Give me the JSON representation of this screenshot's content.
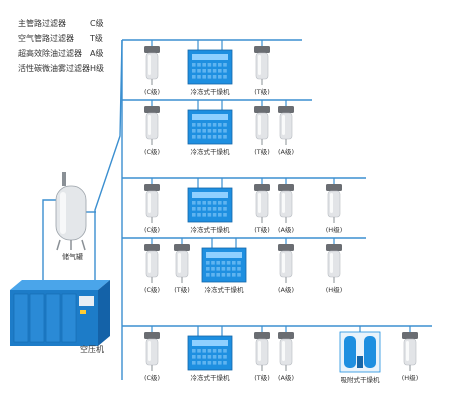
{
  "legend": [
    {
      "name": "主管路过滤器",
      "grade": "C级"
    },
    {
      "name": "空气管路过滤器",
      "grade": "T级"
    },
    {
      "name": "超高效除油过滤器",
      "grade": "A级"
    },
    {
      "name": "活性碳微油雾过滤器",
      "grade": "H级"
    }
  ],
  "tank_label": "储气罐",
  "compressor_label": "空压机",
  "colors": {
    "pipe": "#3b8fd0",
    "filter_body": "#e2e4e7",
    "filter_cap": "#6a6d72",
    "machine_blue": "#1e8fe0",
    "compressor": "#1d7cc8"
  },
  "rows": [
    {
      "filters": [
        {
          "label": "(C级)"
        },
        {
          "label": "冷冻式干燥机",
          "kind": "refrigerated-dryer"
        },
        {
          "label": "(T级)"
        }
      ]
    },
    {
      "filters": [
        {
          "label": "(C级)"
        },
        {
          "label": "冷冻式干燥机",
          "kind": "refrigerated-dryer"
        },
        {
          "label": "(T级)"
        },
        {
          "label": "(A级)"
        }
      ]
    },
    {
      "filters": [
        {
          "label": "(C级)"
        },
        {
          "label": "冷冻式干燥机",
          "kind": "refrigerated-dryer"
        },
        {
          "label": "(T级)"
        },
        {
          "label": "(A级)"
        },
        {
          "label": "(H级)"
        }
      ]
    },
    {
      "filters": [
        {
          "label": "(C级)"
        },
        {
          "label": "(T级)"
        },
        {
          "label": "冷冻式干燥机",
          "kind": "refrigerated-dryer"
        },
        {
          "label": "(A级)"
        },
        {
          "label": "(H级)"
        }
      ]
    },
    {
      "filters": [
        {
          "label": "(C级)"
        },
        {
          "label": "冷冻式干燥机",
          "kind": "refrigerated-dryer"
        },
        {
          "label": "(T级)"
        },
        {
          "label": "(A级)"
        },
        {
          "label": "吸附式干燥机",
          "kind": "adsorption-dryer"
        },
        {
          "label": "(H级)"
        }
      ]
    }
  ]
}
